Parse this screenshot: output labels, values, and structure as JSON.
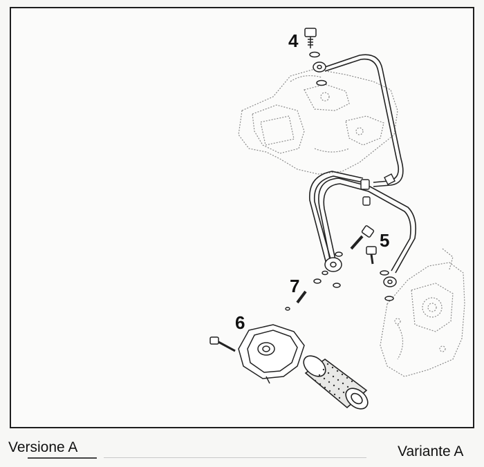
{
  "callouts": {
    "c4": "4",
    "c5": "5",
    "c6": "6",
    "c7": "7"
  },
  "captions": {
    "left": "Versione A",
    "right": "Variante A"
  }
}
